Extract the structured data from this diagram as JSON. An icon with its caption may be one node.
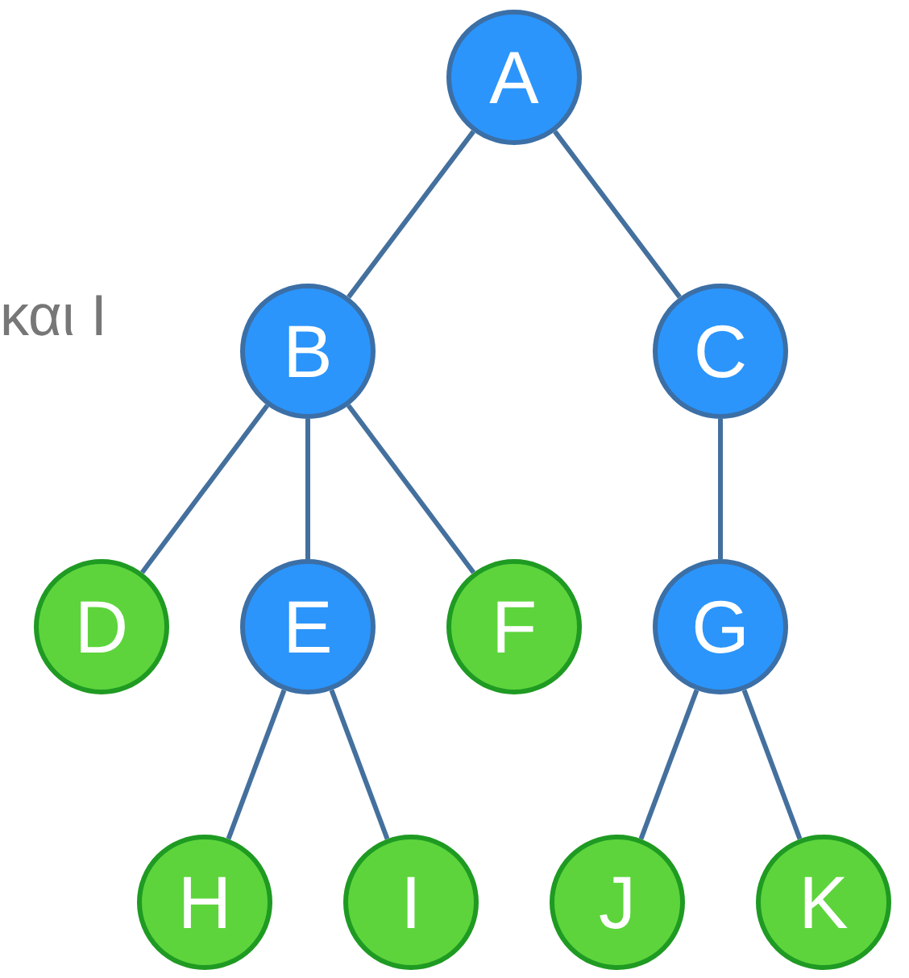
{
  "diagram": {
    "nodes": [
      {
        "text": [
          "A"
        ]
      },
      {
        "text": [
          "B"
        ]
      },
      {
        "text": [
          "C"
        ]
      },
      {
        "text": [
          "D"
        ]
      },
      {
        "text": [
          "E"
        ]
      },
      {
        "text": [
          "F"
        ]
      },
      {
        "text": [
          "G"
        ]
      },
      {
        "text": [
          "H"
        ]
      },
      {
        "text": [
          "I"
        ]
      },
      {
        "text": [
          "J"
        ]
      },
      {
        "text": [
          "K"
        ]
      }
    ],
    "edges": [
      {
        "from": 0,
        "to": 1,
        "arrow": "none"
      },
      {
        "from": 0,
        "to": 2,
        "arrow": "none"
      },
      {
        "from": 1,
        "to": 3,
        "arrow": "none"
      },
      {
        "from": 1,
        "to": 4,
        "arrow": "none"
      },
      {
        "from": 1,
        "to": 5,
        "arrow": "none"
      },
      {
        "from": 2,
        "to": 6,
        "arrow": "none"
      },
      {
        "from": 4,
        "to": 7,
        "arrow": "none"
      },
      {
        "from": 4,
        "to": 8,
        "arrow": "none"
      },
      {
        "from": 6,
        "to": 9,
        "arrow": "none"
      },
      {
        "from": 6,
        "to": 10,
        "arrow": "none"
      }
    ],
    "labels": [
      "και I"
    ]
  }
}
